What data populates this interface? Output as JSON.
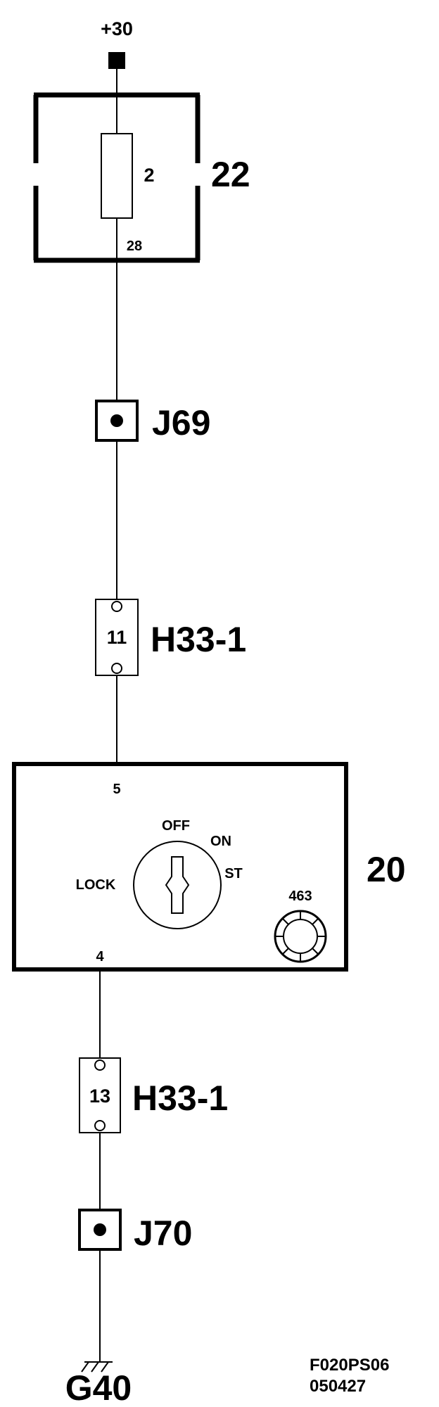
{
  "supply": {
    "label": "+30"
  },
  "fuse_box": {
    "id": "22",
    "fuse_number": "2",
    "pin_out": "28"
  },
  "splice_top": {
    "id": "J69"
  },
  "connector_top": {
    "id": "H33-1",
    "pin": "11"
  },
  "ignition_switch": {
    "id": "20",
    "pin_in": "5",
    "pin_out": "4",
    "positions": {
      "off": "OFF",
      "on": "ON",
      "start": "ST",
      "lock": "LOCK"
    },
    "lamp_ref": "463"
  },
  "connector_bottom": {
    "id": "H33-1",
    "pin": "13"
  },
  "splice_bottom": {
    "id": "J70"
  },
  "ground": {
    "id": "G40"
  },
  "drawing_code": {
    "line1": "F020PS06",
    "line2": "050427"
  }
}
